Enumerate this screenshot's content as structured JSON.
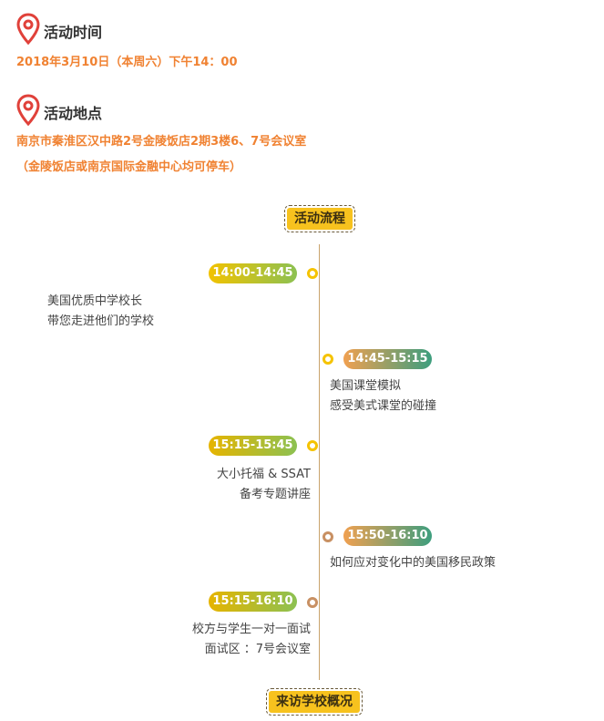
{
  "time_section": {
    "title": "活动时间",
    "value": "2018年3月10日（本周六）下午14：00",
    "icon": "location-pin-icon"
  },
  "place_section": {
    "title": "活动地点",
    "line1": "南京市秦淮区汉中路2号金陵饭店2期3楼6、7号会议室",
    "line2": "（金陵饭店或南京国际金融中心均可停车）",
    "icon": "location-pin-icon"
  },
  "flow_header": "活动流程",
  "schedule": [
    {
      "time": "14:00-14:45",
      "lines": [
        "美国优质中学校长",
        "带您走进他们的学校"
      ],
      "side": "left"
    },
    {
      "time": "14:45-15:15",
      "lines": [
        "美国课堂模拟",
        "感受美式课堂的碰撞"
      ],
      "side": "right"
    },
    {
      "time": "15:15-15:45",
      "lines": [
        "大小托福 & SSAT",
        "备考专题讲座"
      ],
      "side": "left"
    },
    {
      "time": "15:50-16:10",
      "lines": [
        "如何应对变化中的美国移民政策"
      ],
      "side": "right"
    },
    {
      "time": "15:15-16:10",
      "lines": [
        "校方与学生一对一面试",
        "面试区 ：7号会议室"
      ],
      "side": "left"
    }
  ],
  "school_header": "来访学校概况",
  "colors": {
    "accent_orange": "#f08232",
    "pin_red": "#e0413a",
    "tag_yellow": "#f7c21e",
    "pill_green": "#8cc152",
    "pill_teal": "#3d9e7e",
    "pill_orange": "#f0a050",
    "pill_gold": "#e6b400",
    "axis_brown": "#c9a36c"
  }
}
